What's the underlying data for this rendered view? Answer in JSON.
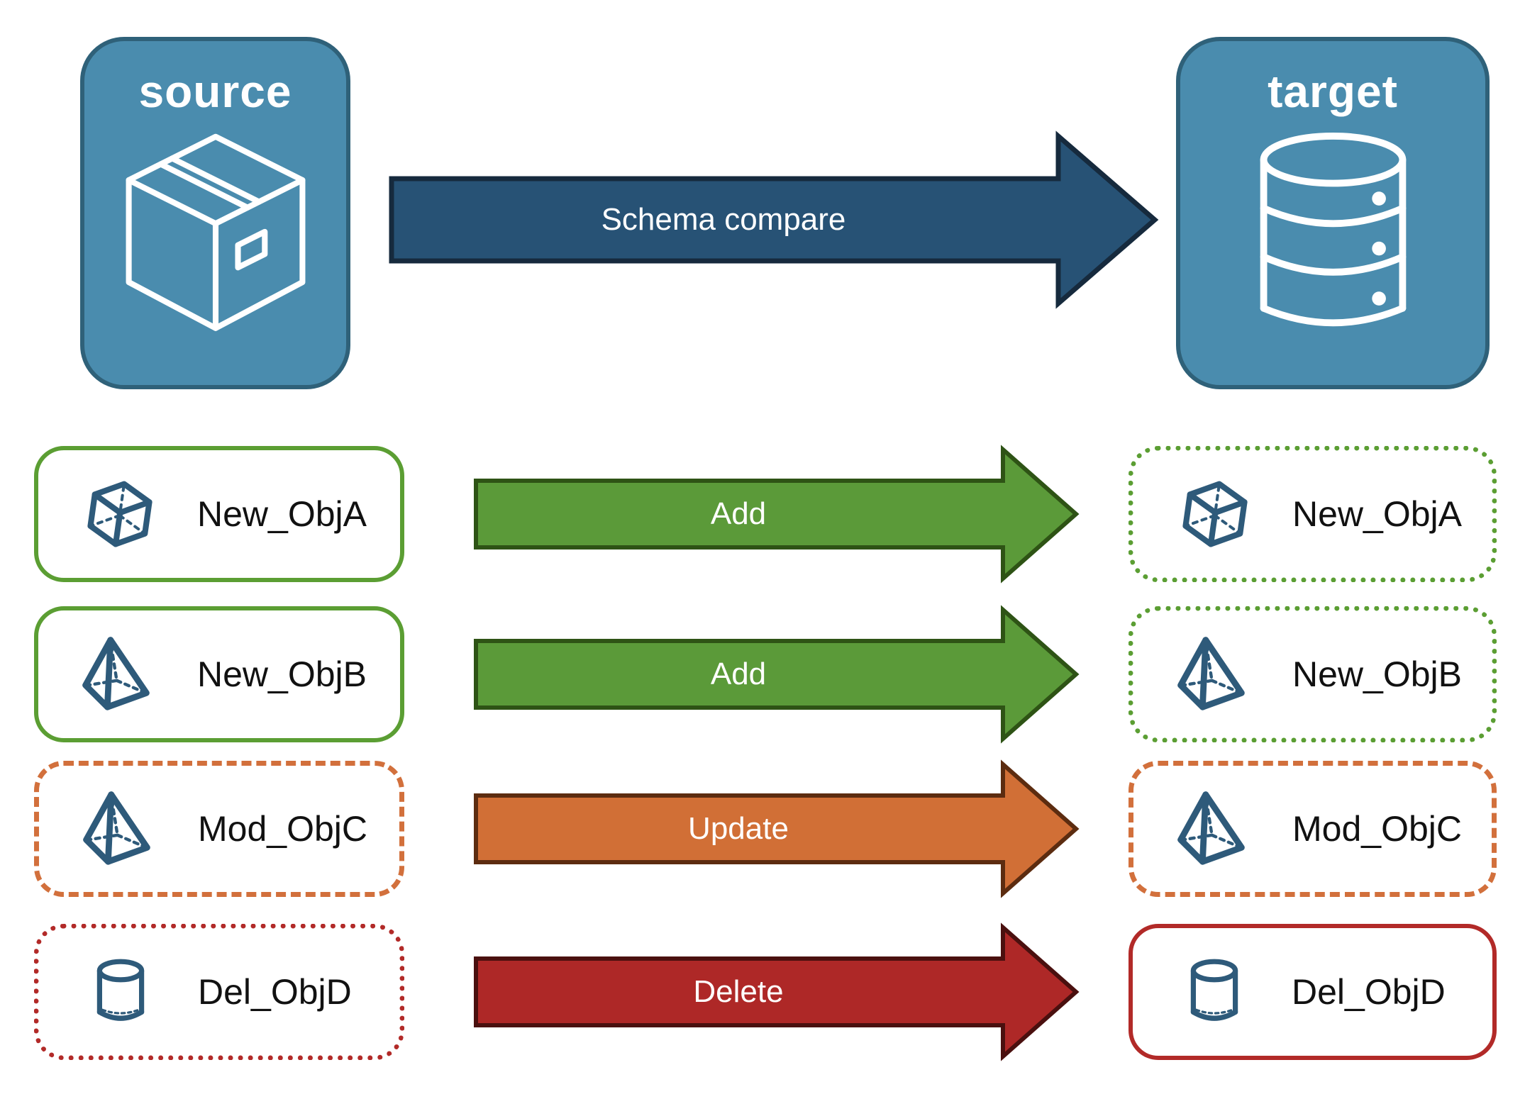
{
  "nodes": {
    "source": {
      "label": "source",
      "icon": "package-icon"
    },
    "target": {
      "label": "target",
      "icon": "database-icon"
    }
  },
  "compare_arrow": {
    "label": "Schema compare"
  },
  "rows": [
    {
      "name": "New_ObjA",
      "action": "Add",
      "icon": "cube-icon",
      "source_box_style": "solid-green",
      "target_box_style": "dotted-green"
    },
    {
      "name": "New_ObjB",
      "action": "Add",
      "icon": "pyramid-icon",
      "source_box_style": "solid-green",
      "target_box_style": "dotted-green"
    },
    {
      "name": "Mod_ObjC",
      "action": "Update",
      "icon": "pyramid-icon",
      "source_box_style": "dashed-orange",
      "target_box_style": "dashed-orange"
    },
    {
      "name": "Del_ObjD",
      "action": "Delete",
      "icon": "cylinder-icon",
      "source_box_style": "dotted-red",
      "target_box_style": "solid-red"
    }
  ],
  "colors": {
    "canvas_bg": "#ffffff",
    "node_fill": "#4a8cae",
    "node_border": "#2f6179",
    "node_label": "#ffffff",
    "icon_stroke": "#2e5a7a",
    "compare_fill": "#275275",
    "compare_border": "#162a3d",
    "add_fill": "#5b9a39",
    "add_border": "#2e5315",
    "update_fill": "#d16f36",
    "update_border": "#5c2c10",
    "delete_fill": "#ae2827",
    "delete_border": "#4a100f",
    "box_green": "#5b9e33",
    "box_orange": "#d2703c",
    "box_red": "#b22a28",
    "row_label": "#111111",
    "arrow_label": "#ffffff"
  }
}
